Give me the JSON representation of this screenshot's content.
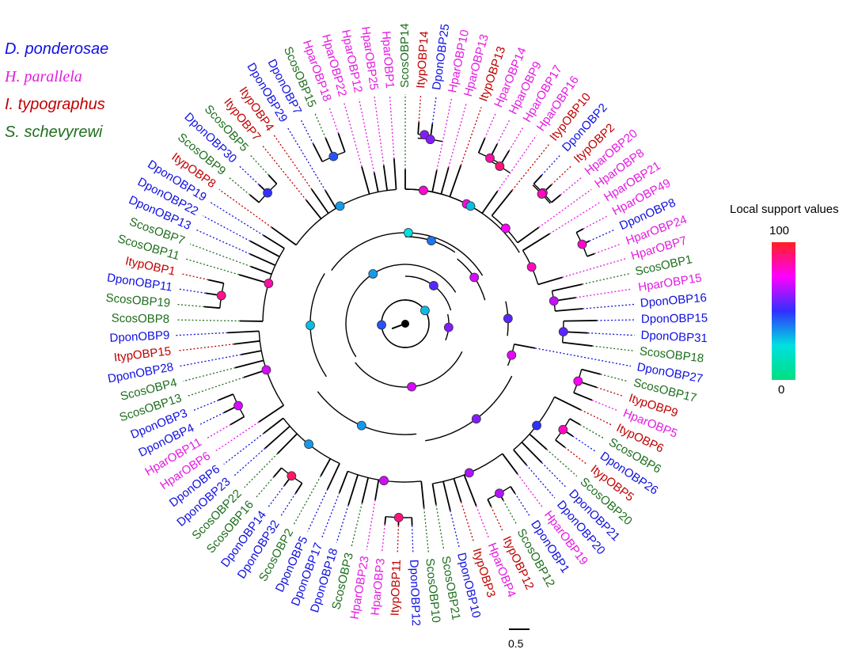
{
  "legend": {
    "species": [
      {
        "name": "D. ponderosae",
        "color": "#1010e0"
      },
      {
        "name": "H. parallela",
        "color": "#e41be0"
      },
      {
        "name": "I. typographus",
        "color": "#c00000"
      },
      {
        "name": "S. schevyrewi",
        "color": "#1e6e1e"
      }
    ]
  },
  "support_scale": {
    "title": "Local support values",
    "max_label": "100",
    "min_label": "0",
    "colors": [
      "#ff2020",
      "#ff00ff",
      "#3030ff",
      "#00e0e0",
      "#00e080"
    ]
  },
  "scale_bar": {
    "label": "0.5"
  },
  "tree": {
    "root_angle_deg": 160,
    "tips": [
      {
        "label": "ScosOBP14",
        "species": 3
      },
      {
        "label": "ItypOBP14",
        "species": 2
      },
      {
        "label": "DponOBP25",
        "species": 0
      },
      {
        "label": "HparOBP10",
        "species": 1
      },
      {
        "label": "HparOBP13",
        "species": 1
      },
      {
        "label": "ItypOBP13",
        "species": 2
      },
      {
        "label": "HparOBP14",
        "species": 1
      },
      {
        "label": "HparOBP9",
        "species": 1
      },
      {
        "label": "HparOBP17",
        "species": 1
      },
      {
        "label": "HparOBP16",
        "species": 1
      },
      {
        "label": "ItypOBP10",
        "species": 2
      },
      {
        "label": "DponOBP2",
        "species": 0
      },
      {
        "label": "ItypOBP2",
        "species": 2
      },
      {
        "label": "HparOBP20",
        "species": 1
      },
      {
        "label": "HparOBP8",
        "species": 1
      },
      {
        "label": "HparOBP21",
        "species": 1
      },
      {
        "label": "HparOBP49",
        "species": 1
      },
      {
        "label": "DponOBP8",
        "species": 0
      },
      {
        "label": "HparOBP24",
        "species": 1
      },
      {
        "label": "HparOBP7",
        "species": 1
      },
      {
        "label": "ScosOBP1",
        "species": 3
      },
      {
        "label": "HparOBP15",
        "species": 1
      },
      {
        "label": "DponOBP16",
        "species": 0
      },
      {
        "label": "DponOBP15",
        "species": 0
      },
      {
        "label": "DponOBP31",
        "species": 0
      },
      {
        "label": "ScosOBP18",
        "species": 3
      },
      {
        "label": "DponOBP27",
        "species": 0
      },
      {
        "label": "ScosOBP17",
        "species": 3
      },
      {
        "label": "ItypOBP9",
        "species": 2
      },
      {
        "label": "HparOBP5",
        "species": 1
      },
      {
        "label": "ItypOBP6",
        "species": 2
      },
      {
        "label": "ScosOBP6",
        "species": 3
      },
      {
        "label": "DponOBP26",
        "species": 0
      },
      {
        "label": "ItypOBP5",
        "species": 2
      },
      {
        "label": "ScosOBP20",
        "species": 3
      },
      {
        "label": "DponOBP21",
        "species": 0
      },
      {
        "label": "DponOBP20",
        "species": 0
      },
      {
        "label": "HparOBP19",
        "species": 1
      },
      {
        "label": "DponOBP1",
        "species": 0
      },
      {
        "label": "ScosOBP12",
        "species": 3
      },
      {
        "label": "ItypOBP12",
        "species": 2
      },
      {
        "label": "HparOBP4",
        "species": 1
      },
      {
        "label": "ItypOBP3",
        "species": 2
      },
      {
        "label": "DponOBP10",
        "species": 0
      },
      {
        "label": "ScosOBP21",
        "species": 3
      },
      {
        "label": "ScosOBP10",
        "species": 3
      },
      {
        "label": "DponOBP12",
        "species": 0
      },
      {
        "label": "ItypOBP11",
        "species": 2
      },
      {
        "label": "HparOBP3",
        "species": 1
      },
      {
        "label": "HparOBP23",
        "species": 1
      },
      {
        "label": "ScosOBP3",
        "species": 3
      },
      {
        "label": "DponOBP18",
        "species": 0
      },
      {
        "label": "DponOBP17",
        "species": 0
      },
      {
        "label": "DponOBP5",
        "species": 0
      },
      {
        "label": "ScosOBP2",
        "species": 3
      },
      {
        "label": "DponOBP32",
        "species": 0
      },
      {
        "label": "DponOBP14",
        "species": 0
      },
      {
        "label": "ScosOBP16",
        "species": 3
      },
      {
        "label": "ScosOBP22",
        "species": 3
      },
      {
        "label": "DponOBP23",
        "species": 0
      },
      {
        "label": "DponOBP6",
        "species": 0
      },
      {
        "label": "HparOBP6",
        "species": 1
      },
      {
        "label": "HparOBP11",
        "species": 1
      },
      {
        "label": "DponOBP4",
        "species": 0
      },
      {
        "label": "DponOBP3",
        "species": 0
      },
      {
        "label": "ScosOBP13",
        "species": 3
      },
      {
        "label": "ScosOBP4",
        "species": 3
      },
      {
        "label": "DponOBP28",
        "species": 0
      },
      {
        "label": "ItypOBP15",
        "species": 2
      },
      {
        "label": "DponOBP9",
        "species": 0
      },
      {
        "label": "ScosOBP8",
        "species": 3
      },
      {
        "label": "ScosOBP19",
        "species": 3
      },
      {
        "label": "DponOBP11",
        "species": 0
      },
      {
        "label": "ItypOBP1",
        "species": 2
      },
      {
        "label": "ScosOBP11",
        "species": 3
      },
      {
        "label": "ScosOBP7",
        "species": 3
      },
      {
        "label": "DponOBP13",
        "species": 0
      },
      {
        "label": "DponOBP22",
        "species": 0
      },
      {
        "label": "DponOBP19",
        "species": 0
      },
      {
        "label": "ItypOBP8",
        "species": 2
      },
      {
        "label": "ScosOBP9",
        "species": 3
      },
      {
        "label": "DponOBP30",
        "species": 0
      },
      {
        "label": "ScosOBP5",
        "species": 3
      },
      {
        "label": "ItypOBP7",
        "species": 2
      },
      {
        "label": "ItypOBP4",
        "species": 2
      },
      {
        "label": "DponOBP29",
        "species": 0
      },
      {
        "label": "DponOBP7",
        "species": 0
      },
      {
        "label": "ScosOBP15",
        "species": 3
      },
      {
        "label": "HparOBP18",
        "species": 1
      },
      {
        "label": "HparOBP22",
        "species": 1
      },
      {
        "label": "HparOBP12",
        "species": 1
      },
      {
        "label": "HparOBP25",
        "species": 1
      },
      {
        "label": "HparOBP1",
        "species": 1
      }
    ]
  }
}
